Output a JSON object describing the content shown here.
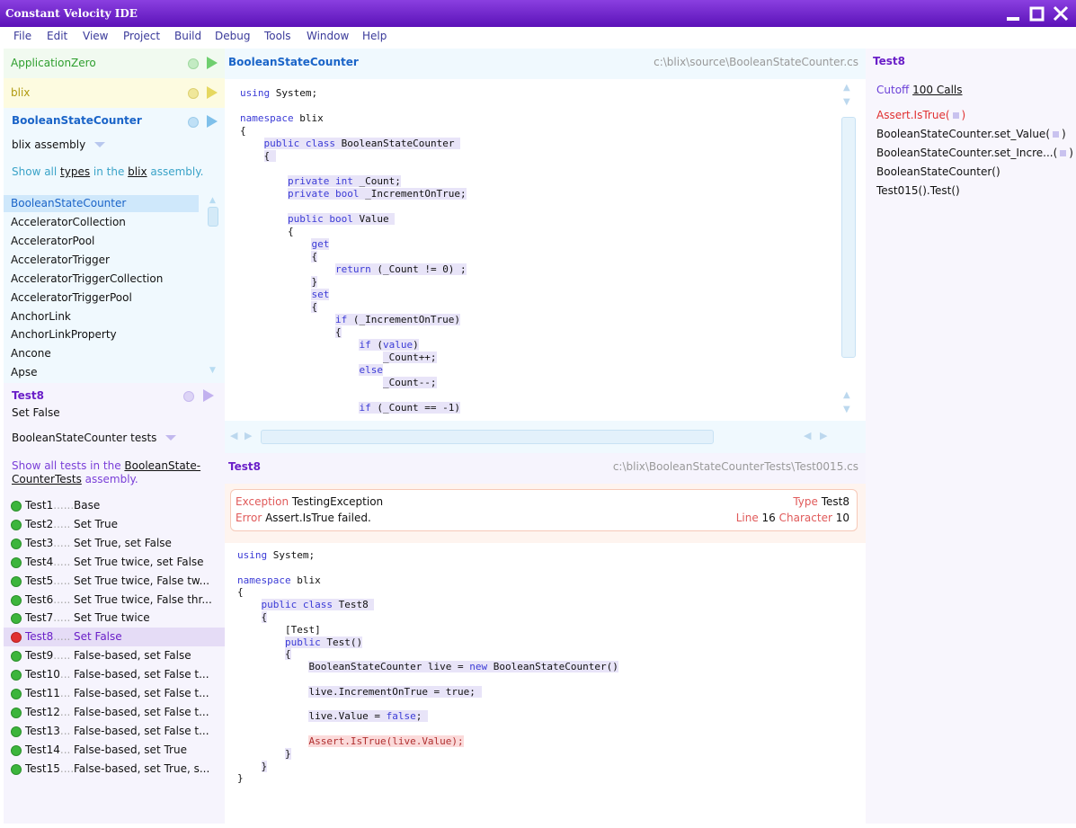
{
  "window": {
    "title": "Constant Velocity IDE"
  },
  "menu": [
    "File",
    "Edit",
    "View",
    "Project",
    "Build",
    "Debug",
    "Tools",
    "Window",
    "Help"
  ],
  "projects": [
    {
      "name": "ApplicationZero",
      "color": "#2e9e2e"
    },
    {
      "name": "blix",
      "color": "#b09a10"
    }
  ],
  "class_panel": {
    "title": "BooleanStateCounter",
    "assembly": "blix assembly",
    "show_all_pre": "Show all ",
    "show_all_link": "types",
    "show_all_mid": " in the ",
    "show_all_link2": "blix",
    "show_all_post": " assembly.",
    "types": [
      "BooleanStateCounter",
      "AcceleratorCollection",
      "AcceleratorPool",
      "AcceleratorTrigger",
      "AcceleratorTriggerCollection",
      "AcceleratorTriggerPool",
      "AnchorLink",
      "AnchorLinkProperty",
      "Ancone",
      "Apse"
    ]
  },
  "test_panel": {
    "title": "Test8",
    "subtitle": "Set False",
    "suite": "BooleanStateCounter tests",
    "show_all_pre": "Show all tests in the ",
    "show_all_link_a": "BooleanState-",
    "show_all_link_b": "CounterTests",
    "show_all_post": " assembly.",
    "tests": [
      {
        "name": "Test1",
        "dots": ".......",
        "desc": "Base",
        "status": "pass"
      },
      {
        "name": "Test2",
        "dots": ".....",
        "desc": "Set True",
        "status": "pass"
      },
      {
        "name": "Test3",
        "dots": ".....",
        "desc": "Set True, set False",
        "status": "pass"
      },
      {
        "name": "Test4",
        "dots": ".....",
        "desc": "Set True twice, set False",
        "status": "pass"
      },
      {
        "name": "Test5",
        "dots": ".....",
        "desc": "Set True twice, False tw...",
        "status": "pass"
      },
      {
        "name": "Test6",
        "dots": ".....",
        "desc": "Set True twice, False thr...",
        "status": "pass"
      },
      {
        "name": "Test7",
        "dots": ".....",
        "desc": "Set True twice",
        "status": "pass"
      },
      {
        "name": "Test8",
        "dots": ".....",
        "desc": "Set False",
        "status": "fail"
      },
      {
        "name": "Test9",
        "dots": ".....",
        "desc": "False-based, set False",
        "status": "pass"
      },
      {
        "name": "Test10",
        "dots": "...",
        "desc": "False-based, set False t...",
        "status": "pass"
      },
      {
        "name": "Test11",
        "dots": "...",
        "desc": "False-based, set False t...",
        "status": "pass"
      },
      {
        "name": "Test12",
        "dots": "...",
        "desc": "False-based, set False t...",
        "status": "pass"
      },
      {
        "name": "Test13",
        "dots": "...",
        "desc": "False-based, set False t...",
        "status": "pass"
      },
      {
        "name": "Test14",
        "dots": "...",
        "desc": "False-based, set True",
        "status": "pass"
      },
      {
        "name": "Test15",
        "dots": "....",
        "desc": "False-based, set True, s...",
        "status": "pass"
      }
    ]
  },
  "editor_top": {
    "title": "BooleanStateCounter",
    "path": "c:\\blix\\source\\BooleanStateCounter.cs"
  },
  "editor_bottom": {
    "title": "Test8",
    "path": "c:\\blix\\BooleanStateCounterTests\\Test0015.cs",
    "exception_label": "Exception",
    "exception_value": "TestingException",
    "error_label": "Error",
    "error_value": "Assert.IsTrue failed.",
    "type_label": "Type",
    "type_value": "Test8",
    "line_label": "Line",
    "line_value": "16",
    "char_label": "Character",
    "char_value": "10"
  },
  "call_stack": {
    "title": "Test8",
    "cutoff_label": "Cutoff",
    "cutoff_value": "100 Calls",
    "frames": [
      "Assert.IsTrue(",
      "BooleanStateCounter.set_Value(",
      "BooleanStateCounter.set_Incre...(",
      "BooleanStateCounter()",
      "Test015().Test()"
    ]
  },
  "colors": {
    "accent": "#6a1fc8",
    "pass": "#3cb53c",
    "fail": "#e03030",
    "link_blue": "#1a64c8"
  }
}
